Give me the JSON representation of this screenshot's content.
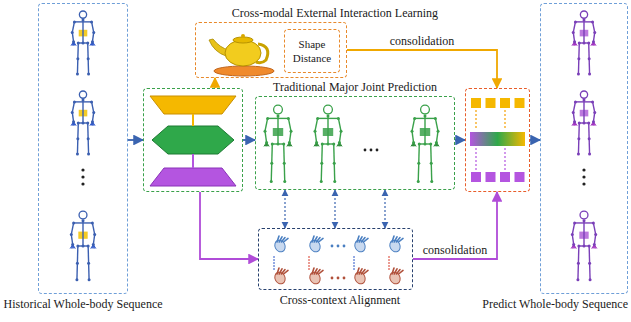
{
  "diagram": {
    "nodes": [
      {
        "text": [
          "Historical Whole-body Sequence"
        ]
      },
      {
        "text": [
          "Cross-modal External Interaction Learning"
        ]
      },
      {
        "text": [
          "Shape",
          "Distance"
        ],
        "in": 1
      },
      {
        "text": []
      },
      {
        "text": [
          "Traditional Major Joint Prediction"
        ]
      },
      {
        "text": [
          "Cross-context Alignment"
        ]
      },
      {
        "text": []
      },
      {
        "text": [
          "Predict Whole-body Sequence"
        ]
      }
    ],
    "edges": [
      {
        "from": 0,
        "to": 3,
        "arrow": "to"
      },
      {
        "from": 3,
        "to": 1,
        "arrow": "to"
      },
      {
        "from": 3,
        "to": 4,
        "arrow": "to"
      },
      {
        "from": 3,
        "to": 5,
        "arrow": "to"
      },
      {
        "from": 1,
        "to": 6,
        "label": "consolidation",
        "arrow": "to"
      },
      {
        "from": 4,
        "to": 6,
        "arrow": "to"
      },
      {
        "from": 5,
        "to": 6,
        "label": "consolidation",
        "arrow": "to"
      },
      {
        "from": 6,
        "to": 7,
        "arrow": "to"
      },
      {
        "from": 4,
        "to": 5,
        "arrow": "both"
      },
      {
        "from": 4,
        "to": 5,
        "arrow": "both"
      },
      {
        "from": 4,
        "to": 5,
        "arrow": "both"
      }
    ]
  }
}
